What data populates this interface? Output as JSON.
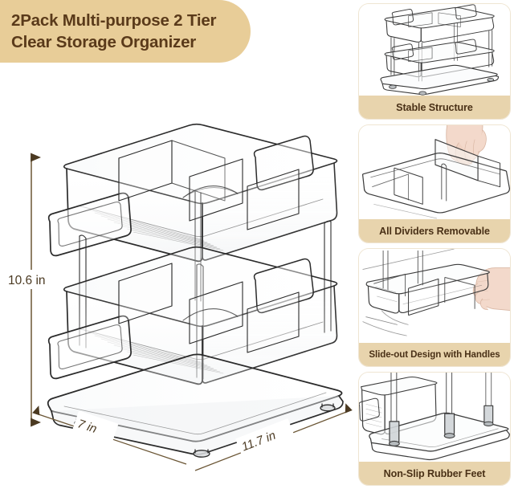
{
  "title": {
    "line1": "2Pack Multi-purpose 2 Tier",
    "line2": "Clear Storage Organizer"
  },
  "product": {
    "name": "2 Tier Clear Storage Organizer",
    "dimensions": {
      "height": "10.6 in",
      "depth": "7 in",
      "width": "11.7 in"
    }
  },
  "features": [
    {
      "label": "Stable Structure",
      "icon": "two-tier-rack-icon"
    },
    {
      "label": "All Dividers Removable",
      "icon": "hand-lifting-divider-icon"
    },
    {
      "label": "Slide-out Design with Handles",
      "icon": "hand-pulling-drawer-icon"
    },
    {
      "label": "Non-Slip Rubber Feet",
      "icon": "rubber-foot-icon"
    }
  ],
  "colors": {
    "banner": "#e8cd98",
    "banner_text": "#5a3a1a",
    "label_bar": "#e8d4ad",
    "label_text": "#4a3117",
    "card_border": "#efe5d2",
    "dimension_text": "#4b3a22",
    "line_art": "#2b2b2b",
    "background": "#ffffff"
  }
}
